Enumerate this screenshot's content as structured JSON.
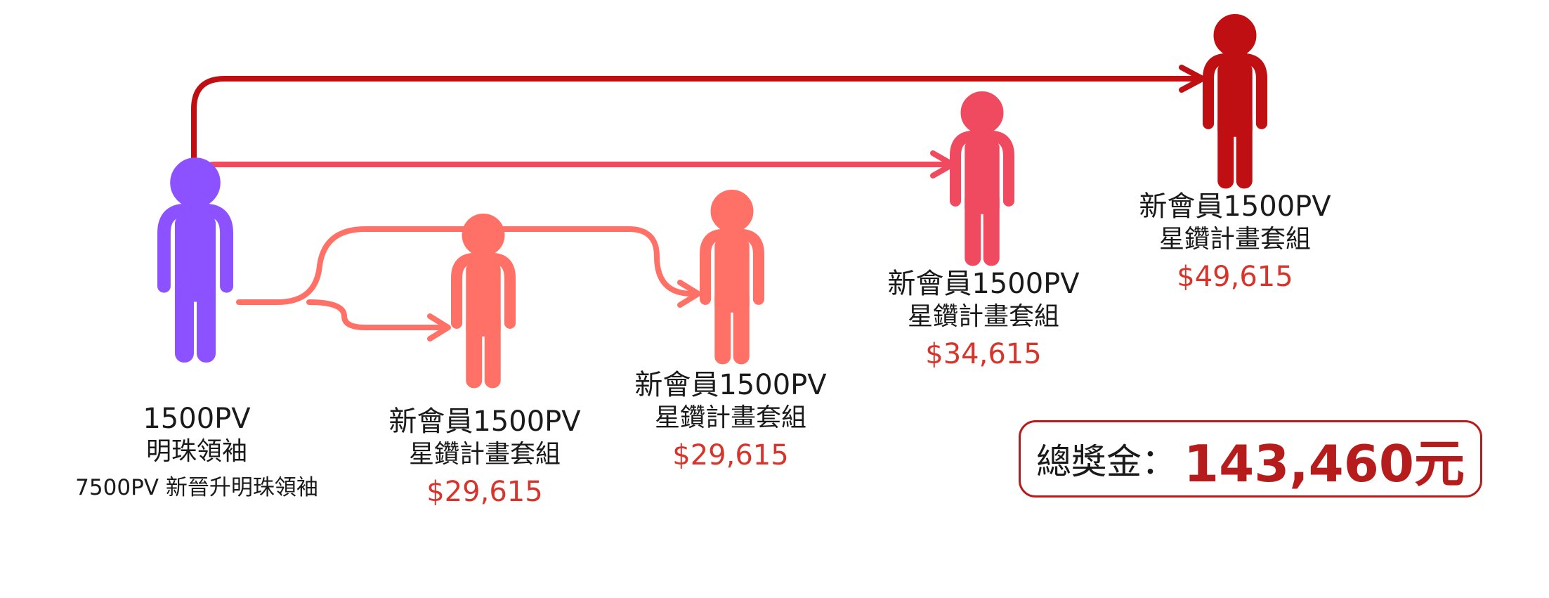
{
  "colors": {
    "leader": "#8c52ff",
    "tier1": "#ff7166",
    "tier2": "#ef4a5f",
    "tier3": "#c00f12",
    "amount": "#d9342b",
    "total": "#b71c1c"
  },
  "icons": {
    "person": "person-icon",
    "arrow": "arrow-head-icon"
  },
  "leader": {
    "pv": "1500PV",
    "rank": "明珠領袖",
    "note": "7500PV 新晉升明珠領袖"
  },
  "members": [
    {
      "pv": "新會員1500PV",
      "package": "星鑽計畫套組",
      "amount": "$29,615"
    },
    {
      "pv": "新會員1500PV",
      "package": "星鑽計畫套組",
      "amount": "$29,615"
    },
    {
      "pv": "新會員1500PV",
      "package": "星鑽計畫套組",
      "amount": "$34,615"
    },
    {
      "pv": "新會員1500PV",
      "package": "星鑽計畫套組",
      "amount": "$49,615"
    }
  ],
  "total": {
    "label": "總獎金：",
    "value": "143,460元"
  }
}
